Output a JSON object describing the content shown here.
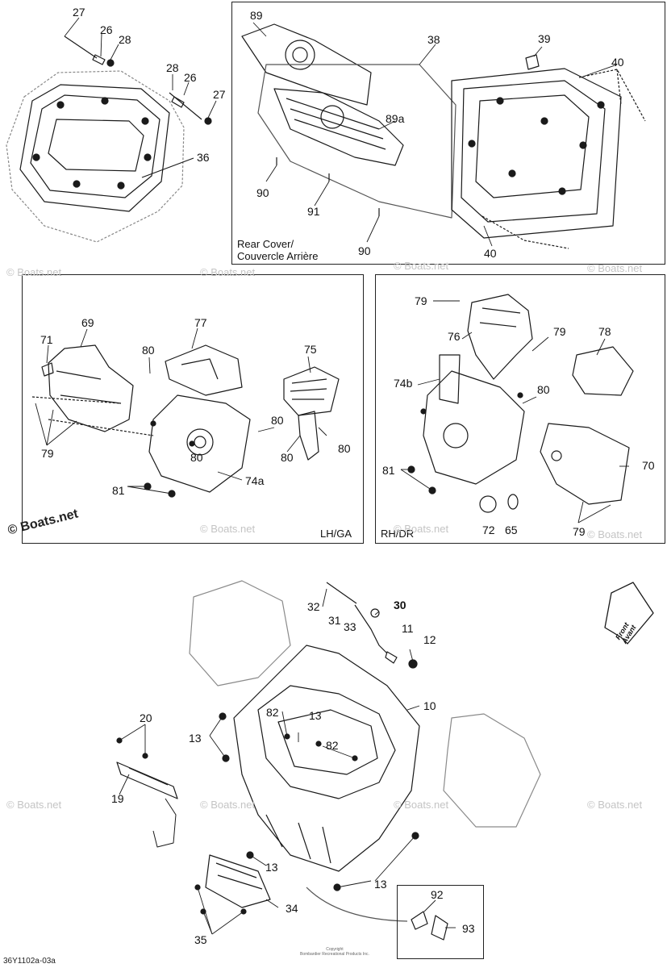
{
  "panels": {
    "rear_cover": {
      "caption_line1": "Rear Cover/",
      "caption_line2": "Couvercle Arrière"
    },
    "left": {
      "caption": "LH/GA"
    },
    "right": {
      "caption": "RH/DR"
    }
  },
  "front_arrow": {
    "line1": "Front",
    "line2": "Avant"
  },
  "reference": "36Y1102a-03a",
  "copyright": {
    "line1": "Copyright",
    "line2": "Bombardier Recreational Products Inc."
  },
  "watermark": {
    "text": "© Boats.net"
  },
  "callouts": {
    "top_left": [
      "27",
      "26",
      "28",
      "28",
      "26",
      "27",
      "36"
    ],
    "rear": [
      "89",
      "38",
      "39",
      "40",
      "89a",
      "90",
      "91",
      "90",
      "40"
    ],
    "lh": [
      "69",
      "71",
      "77",
      "80",
      "75",
      "80",
      "80",
      "80",
      "79",
      "81",
      "74a"
    ],
    "rh": [
      "79",
      "76",
      "79",
      "78",
      "74b",
      "80",
      "70",
      "81",
      "72",
      "65",
      "79"
    ],
    "bottom": [
      "32",
      "30",
      "31",
      "33",
      "11",
      "12",
      "10",
      "82",
      "13",
      "20",
      "13",
      "82",
      "19",
      "13",
      "13",
      "92",
      "34",
      "93",
      "35"
    ]
  },
  "colors": {
    "line": "#1a1a1a",
    "ghost": "#8a8a8a",
    "watermark": "#c4c4c4"
  }
}
